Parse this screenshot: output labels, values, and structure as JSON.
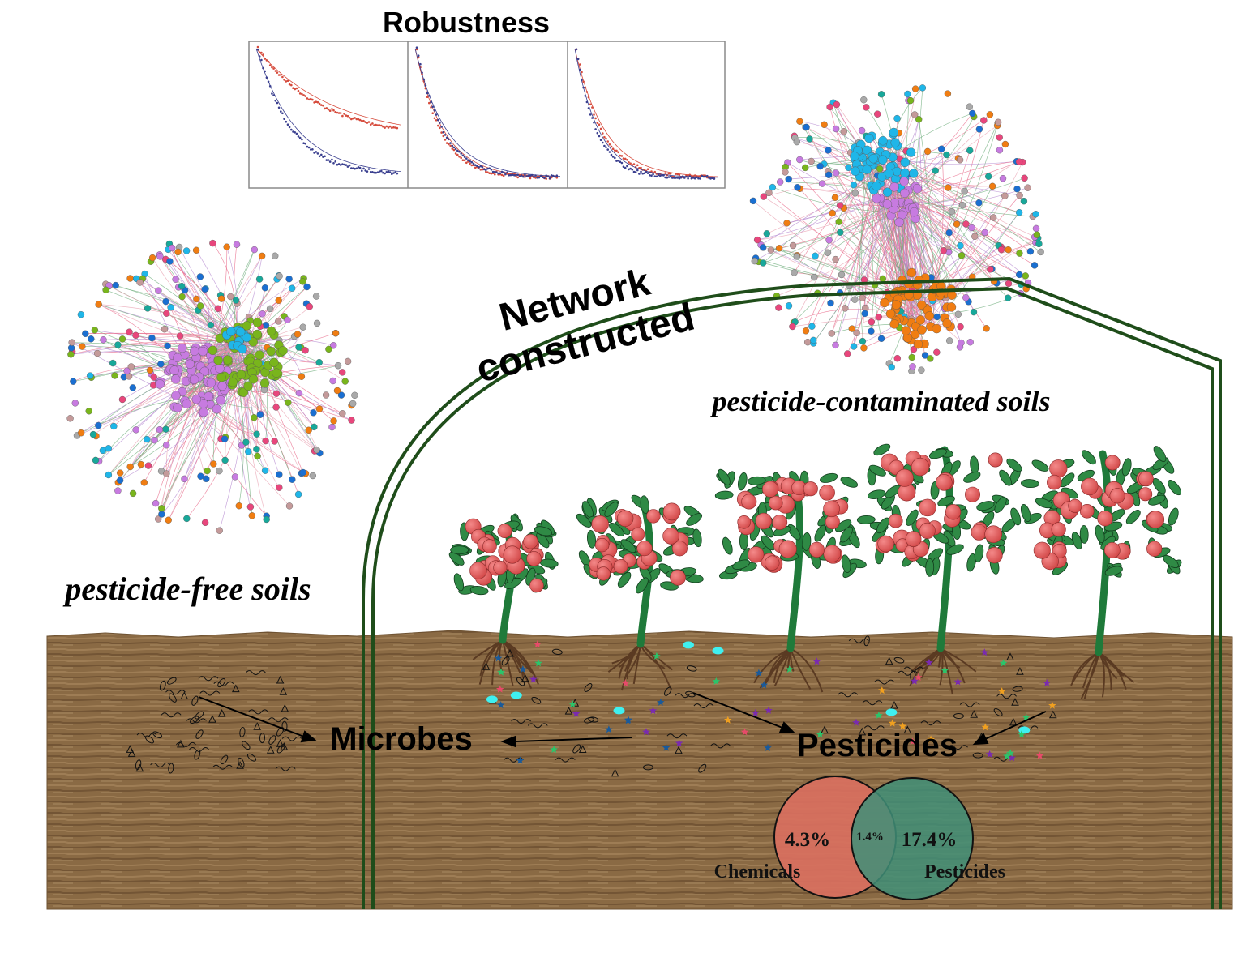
{
  "robustness": {
    "title": "Robustness",
    "panels": 3,
    "series_colors": [
      "#d64b3c",
      "#3a3f8f"
    ]
  },
  "labels": {
    "network_line1": "Network",
    "network_line2": "constructed",
    "free_soils": "pesticide-free soils",
    "contaminated_soils": "pesticide-contaminated soils",
    "microbes": "Microbes",
    "pesticides": "Pesticides"
  },
  "venn": {
    "left_value": "4.3%",
    "overlap_value": "1.4%",
    "right_value": "17.4%",
    "left_label": "Chemicals",
    "right_label": "Pesticides",
    "left_color": "#d9705f",
    "right_color": "#3f8f78"
  },
  "colors": {
    "soil": "#8a6a44",
    "greenhouse": "#1f4d1a",
    "leaf": "#2f8a45",
    "tomato": "#e05a5a",
    "node_palette": [
      "#c77be0",
      "#79b51c",
      "#1fb6e8",
      "#1a6fd1",
      "#e8467c",
      "#f07d12",
      "#a9a9a9",
      "#18a89a",
      "#c49a9a"
    ]
  },
  "plants": 5
}
